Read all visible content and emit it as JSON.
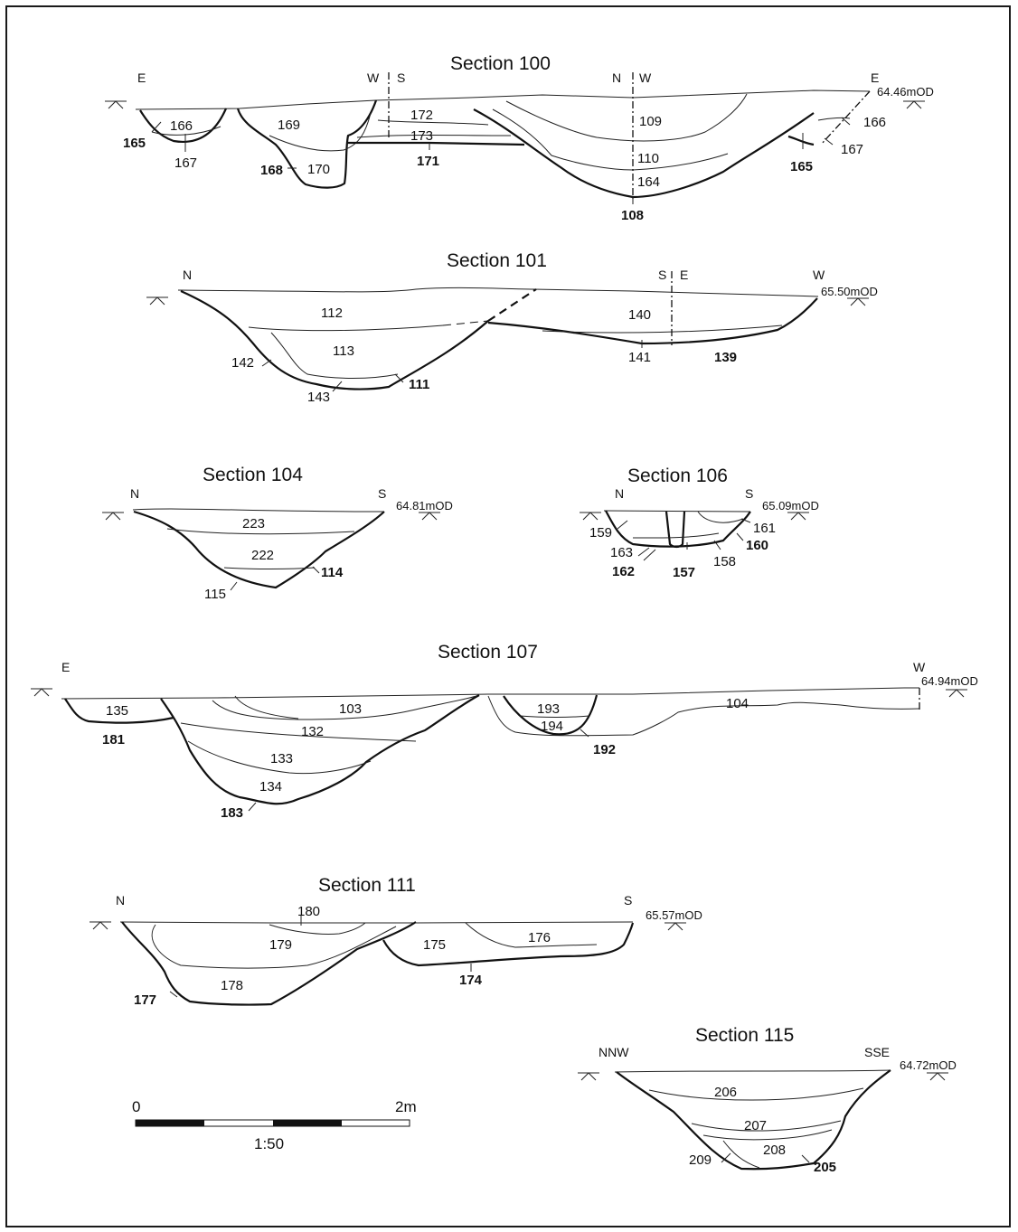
{
  "sections": [
    {
      "id": "s100",
      "title": "Section 100",
      "orient": [
        "E",
        "W",
        "S",
        "N",
        "W",
        "E"
      ],
      "level": "64.46mOD",
      "labels": [
        "166",
        "169",
        "172",
        "173",
        "109",
        "166",
        "167",
        "110",
        "164"
      ],
      "bold_labels": [
        "165",
        "168",
        "171",
        "165",
        "108"
      ],
      "leader_labels": [
        "167",
        "170"
      ]
    },
    {
      "id": "s101",
      "title": "Section 101",
      "orient": [
        "N",
        "S",
        "E",
        "W"
      ],
      "level": "65.50mOD",
      "labels": [
        "112",
        "140",
        "113",
        "142",
        "141",
        "143"
      ],
      "bold_labels": [
        "139",
        "111"
      ]
    },
    {
      "id": "s104",
      "title": "Section 104",
      "orient": [
        "N",
        "S"
      ],
      "level": "64.81mOD",
      "labels": [
        "223",
        "222",
        "115"
      ],
      "bold_labels": [
        "114"
      ]
    },
    {
      "id": "s106",
      "title": "Section 106",
      "orient": [
        "N",
        "S"
      ],
      "level": "65.09mOD",
      "labels": [
        "159",
        "161",
        "163",
        "158"
      ],
      "bold_labels": [
        "160",
        "162",
        "157"
      ]
    },
    {
      "id": "s107",
      "title": "Section 107",
      "orient": [
        "E",
        "W"
      ],
      "level": "64.94mOD",
      "labels": [
        "135",
        "103",
        "193",
        "104",
        "194",
        "132",
        "133",
        "134"
      ],
      "bold_labels": [
        "181",
        "192",
        "183"
      ]
    },
    {
      "id": "s111",
      "title": "Section 111",
      "orient": [
        "N",
        "S"
      ],
      "level": "65.57mOD",
      "labels": [
        "180",
        "179",
        "175",
        "176",
        "178"
      ],
      "bold_labels": [
        "177",
        "174"
      ]
    },
    {
      "id": "s115",
      "title": "Section 115",
      "orient": [
        "NNW",
        "SSE"
      ],
      "level": "64.72mOD",
      "labels": [
        "206",
        "207",
        "208",
        "209"
      ],
      "bold_labels": [
        "205"
      ]
    }
  ],
  "scale_bar": {
    "start": "0",
    "end": "2m",
    "ratio": "1:50"
  }
}
